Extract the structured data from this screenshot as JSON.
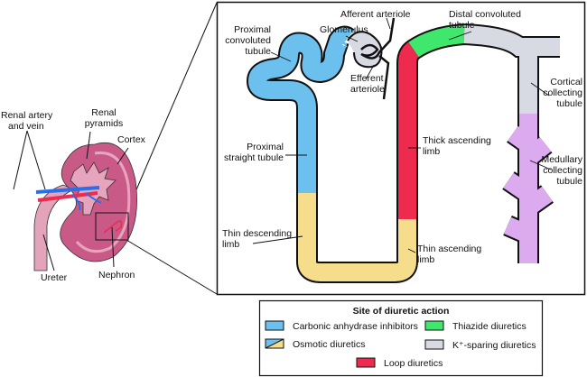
{
  "labels": {
    "afferent": "Afferent arteriole",
    "glomerulus": "Glomerulus",
    "proximal_convoluted": [
      "Proximal",
      "convoluted",
      "tubule"
    ],
    "distal_convoluted": [
      "Distal convoluted",
      "tubule"
    ],
    "efferent": [
      "Efferent",
      "arteriole"
    ],
    "cortical_collecting": [
      "Cortical",
      "collecting",
      "tubule"
    ],
    "thick_ascending": [
      "Thick ascending",
      "limb"
    ],
    "medullary_collecting": [
      "Medullary",
      "collecting",
      "tubule"
    ],
    "proximal_straight": [
      "Proximal",
      "straight tubule"
    ],
    "thin_descending": [
      "Thin descending",
      "limb"
    ],
    "thin_ascending": [
      "Thin ascending",
      "limb"
    ],
    "renal_artery_vein": [
      "Renal artery",
      "and vein"
    ],
    "renal_pyramids": [
      "Renal",
      "pyramids"
    ],
    "cortex": "Cortex",
    "ureter": "Ureter",
    "nephron": "Nephron"
  },
  "legend": {
    "title": "Site of diuretic action",
    "items": [
      {
        "label": "Carbonic anhydrase inhibitors",
        "color": "#6cc0ee"
      },
      {
        "label": "Thiazide diuretics",
        "color": "#3fe86c"
      },
      {
        "label": "Osmotic diuretics",
        "color": "#6cc0ee",
        "color2": "#f6dd8c"
      },
      {
        "label": "K⁺-sparing diuretics",
        "color": "#d7dae2"
      },
      {
        "label": "Loop diuretics",
        "color": "#ee2a4e"
      }
    ]
  },
  "colors": {
    "proximal": "#6cc0ee",
    "thin_limb": "#f6dd8c",
    "thick_ascending": "#ee2a4e",
    "distal": "#3fe86c",
    "collecting_cortical": "#d7dae2",
    "collecting_medullary": "#dcaaef",
    "kidney": "#c95a87",
    "kidney_light": "#e7a5bd"
  }
}
